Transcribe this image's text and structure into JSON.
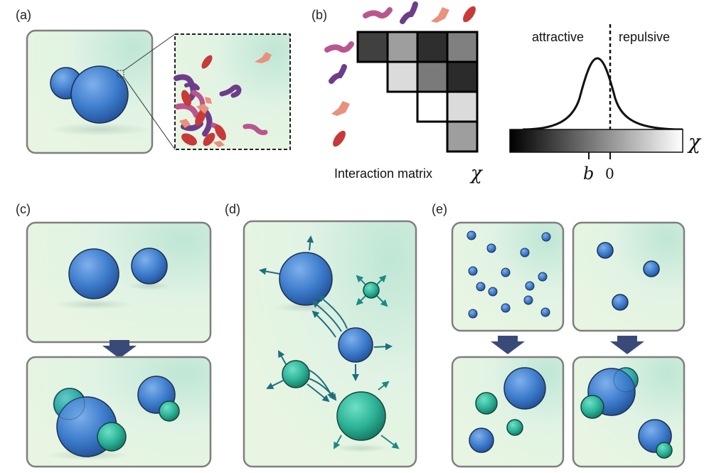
{
  "panels": {
    "a": {
      "label": "(a)"
    },
    "b": {
      "label": "(b)",
      "matrix_caption": "Interaction matrix",
      "chi_symbol": "χ",
      "attractive_label": "attractive",
      "repulsive_label": "repulsive",
      "tick_b": "b",
      "tick_zero": "0",
      "matrix_gray_levels": [
        [
          0.25,
          0.62,
          0.18,
          0.5
        ],
        [
          null,
          0.86,
          0.48,
          0.17
        ],
        [
          null,
          null,
          1.0,
          0.86
        ],
        [
          null,
          null,
          null,
          0.62
        ]
      ]
    },
    "c": {
      "label": "(c)"
    },
    "d": {
      "label": "(d)"
    },
    "e": {
      "label": "(e)"
    }
  },
  "colors": {
    "panel_bg": "#dff2e6",
    "panel_border": "#808080",
    "blue_droplet": "#3f7fd0",
    "teal_droplet": "#2bb8a0",
    "arrow_dark": "#3a4a78",
    "flux_arrow": "#1d6f80",
    "protein_colors": [
      "#b9568f",
      "#6d3d8a",
      "#e8917c",
      "#c63a3a"
    ]
  }
}
